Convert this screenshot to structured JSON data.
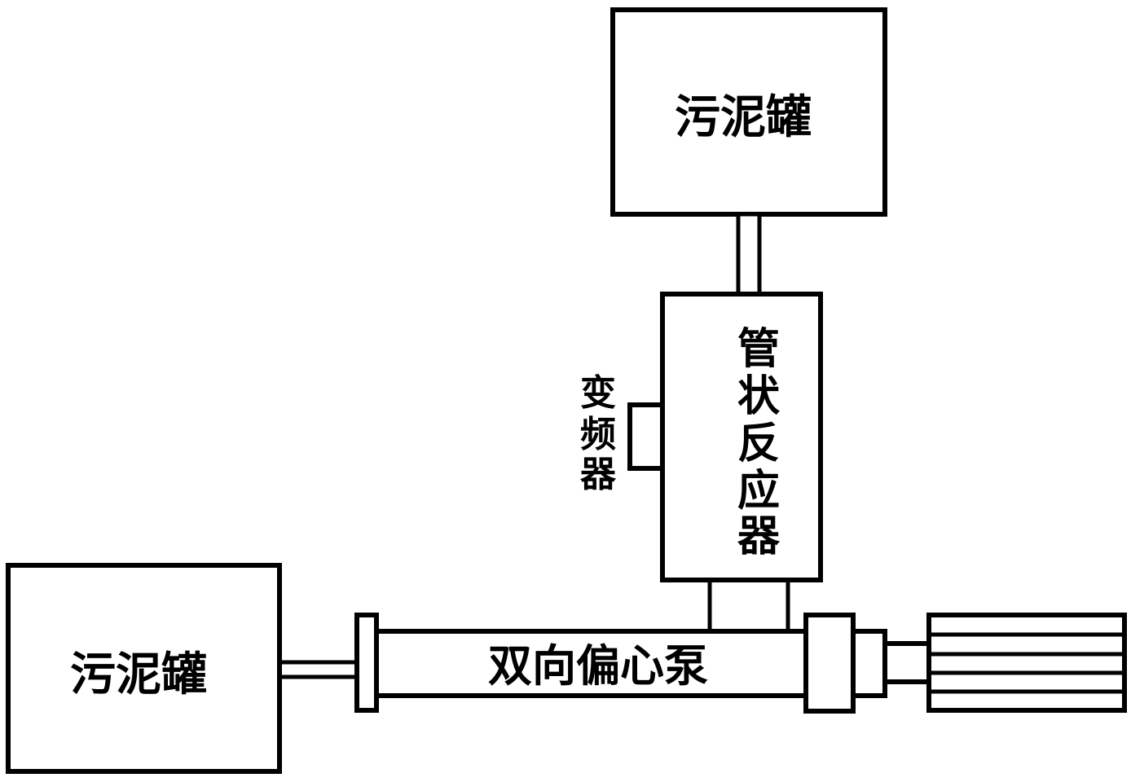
{
  "top_tank": {
    "label": "污泥罐"
  },
  "left_tank": {
    "label": "污泥罐"
  },
  "reactor": {
    "label": [
      "管",
      "状",
      "反",
      "应",
      "器"
    ]
  },
  "inverter": {
    "label": [
      "变",
      "频",
      "器"
    ]
  },
  "pump": {
    "label": "双向偏心泵"
  }
}
